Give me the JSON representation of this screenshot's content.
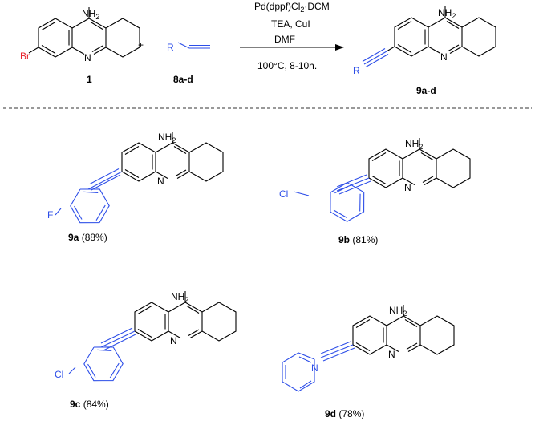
{
  "reaction": {
    "reagents": [
      "Pd(dppf)Cl",
      "2",
      "·DCM"
    ],
    "conditions_line2": "TEA, CuI",
    "conditions_line3": "DMF",
    "conditions_line4": "100°C, 8-10h.",
    "plus": "+"
  },
  "starting_material": {
    "label": "1",
    "substituent": "Br",
    "amine": "NH",
    "amine_sub": "2",
    "ring_n": "N"
  },
  "alkyne_reagent": {
    "label": "8a-d",
    "r_group": "R"
  },
  "product_general": {
    "label": "9a-d",
    "r_group": "R",
    "amine": "NH",
    "amine_sub": "2",
    "ring_n": "N"
  },
  "products": [
    {
      "id": "9a",
      "yield": " (88%)",
      "substituent": "F"
    },
    {
      "id": "9b",
      "yield": " (81%)",
      "substituent": "Cl"
    },
    {
      "id": "9c",
      "yield": " (84%)",
      "substituent": "Cl"
    },
    {
      "id": "9d",
      "yield": " (78%)",
      "substituent": "N"
    }
  ],
  "colors": {
    "bond": "#000000",
    "highlight": "#2d4ee8",
    "bromine": "#e8212b",
    "separator": "#333333"
  }
}
